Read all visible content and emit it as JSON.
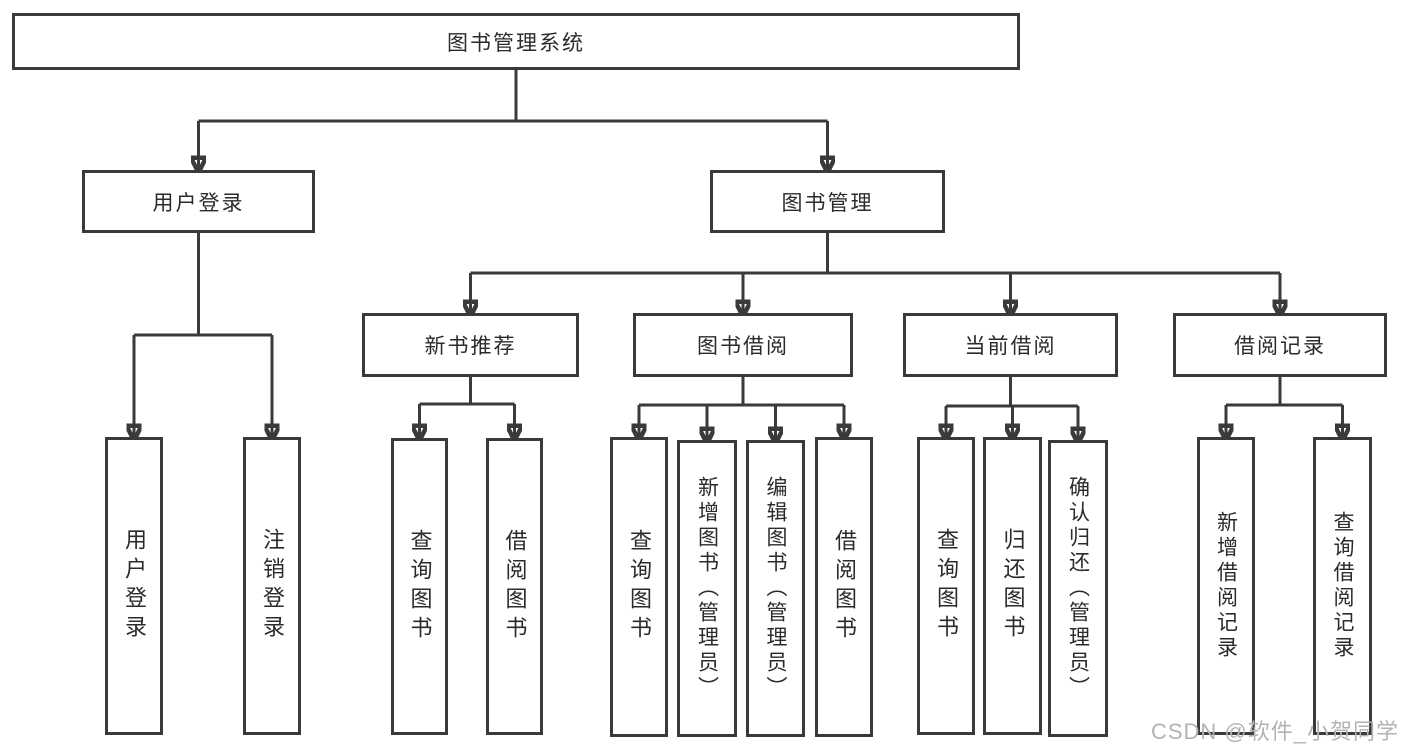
{
  "nodes": {
    "root": "图书管理系统",
    "user_login_group": "用户登录",
    "book_mgmt_group": "图书管理",
    "new_book_rec": "新书推荐",
    "book_borrow": "图书借阅",
    "current_borrow": "当前借阅",
    "borrow_records": "借阅记录",
    "leaves": {
      "user_login": "用户登录",
      "logout": "注销登录",
      "query_books_a": "查询图书",
      "borrow_books_a": "借阅图书",
      "query_books_b": "查询图书",
      "add_books": "新增图书（管理员）",
      "edit_books": "编辑图书（管理员）",
      "borrow_books_b": "借阅图书",
      "query_books_c": "查询图书",
      "return_books": "归还图书",
      "confirm_return": "确认归还（管理员）",
      "add_borrow_record": "新增借阅记录",
      "query_borrow_record": "查询借阅记录"
    }
  },
  "watermark": "CSDN @软件_小贺同学",
  "colors": {
    "line": "#3a3a3a",
    "text": "#2b2b2b",
    "watermark": "#b3b3b3",
    "background": "#ffffff"
  }
}
